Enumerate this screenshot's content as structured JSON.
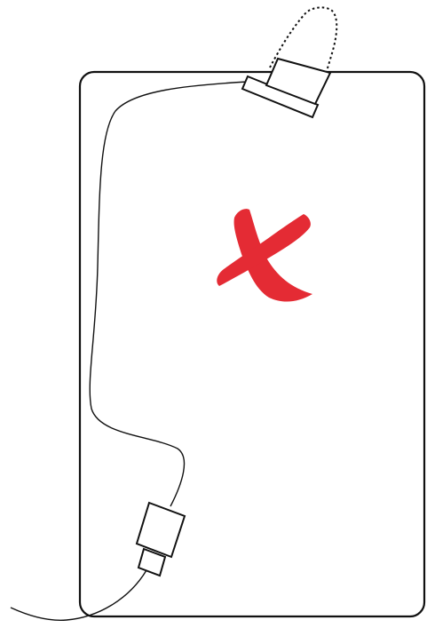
{
  "diagram": {
    "colors": {
      "outline": "#111111",
      "incorrect_mark": "#e42b34",
      "background": "#ffffff"
    },
    "parts": {
      "device": "device-outline",
      "cable": "cable-line",
      "plug_top": "plug-connector-top",
      "plug_top_cap": "plug-cap-dotted",
      "plug_bottom": "usb-connector-bottom",
      "mark": "incorrect-mark-icon"
    }
  }
}
